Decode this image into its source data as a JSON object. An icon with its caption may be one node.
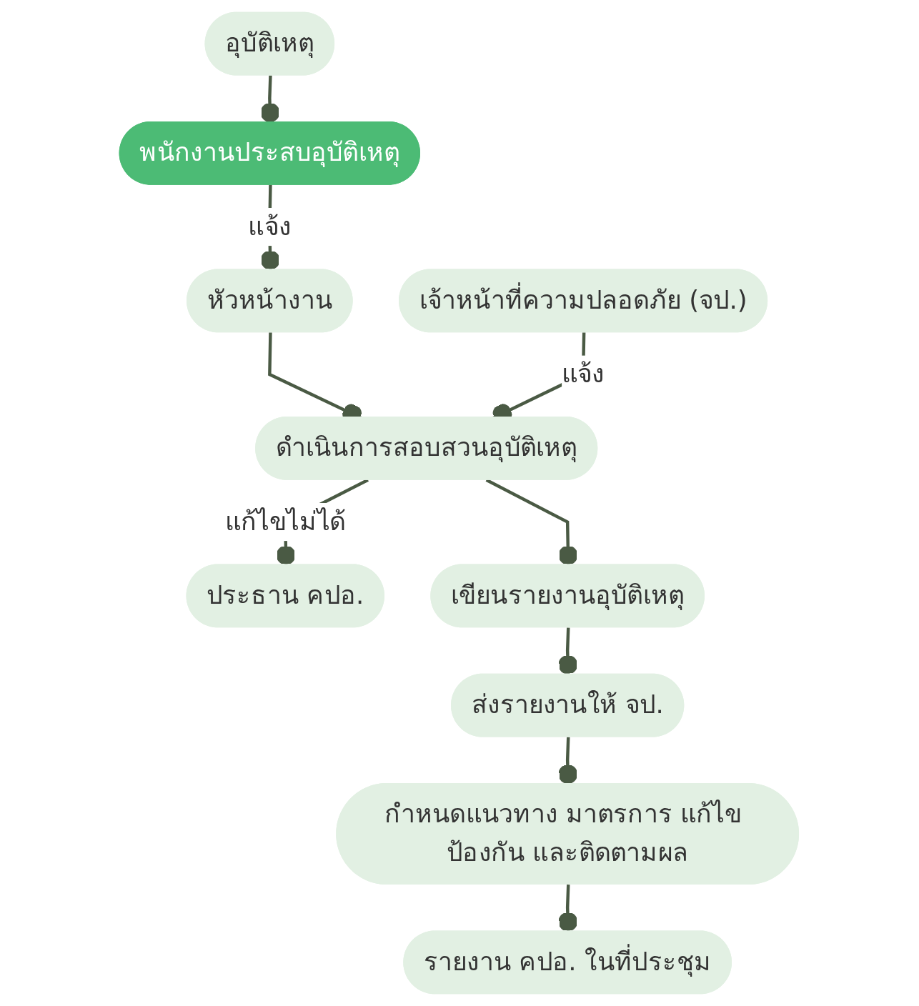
{
  "diagram": {
    "nodes": [
      {
        "text": [
          "อุบัติเหตุ"
        ]
      },
      {
        "text": [
          "พนักงานประสบอุบัติเหตุ"
        ]
      },
      {
        "text": [
          "หัวหน้างาน"
        ]
      },
      {
        "text": [
          "เจ้าหน้าที่ความปลอดภัย (จป.)"
        ]
      },
      {
        "text": [
          "ดำเนินการสอบสวนอุบัติเหตุ"
        ]
      },
      {
        "text": [
          "ประธาน คปอ."
        ]
      },
      {
        "text": [
          "เขียนรายงานอุบัติเหตุ"
        ]
      },
      {
        "text": [
          "ส่งรายงานให้ จป."
        ]
      },
      {
        "text": [
          "กำหนดแนวทาง มาตรการ แก้ไข ป้องกัน และติดตามผล"
        ]
      },
      {
        "text": [
          "รายงาน คปอ. ในที่ประชุม"
        ]
      }
    ],
    "edges": [
      {
        "from": 0,
        "to": 1,
        "arrow": "other"
      },
      {
        "from": 1,
        "to": 2,
        "arrow": "other",
        "label": "แจ้ง"
      },
      {
        "from": 2,
        "to": 4,
        "arrow": "other"
      },
      {
        "from": 3,
        "to": 4,
        "arrow": "other",
        "label": "แจ้ง"
      },
      {
        "from": 4,
        "to": 5,
        "arrow": "other",
        "label": "แก้ไขไม่ได้"
      },
      {
        "from": 4,
        "to": 6,
        "arrow": "other"
      },
      {
        "from": 6,
        "to": 7,
        "arrow": "other"
      },
      {
        "from": 7,
        "to": 8,
        "arrow": "other"
      },
      {
        "from": 8,
        "to": 9,
        "arrow": "other"
      }
    ]
  }
}
